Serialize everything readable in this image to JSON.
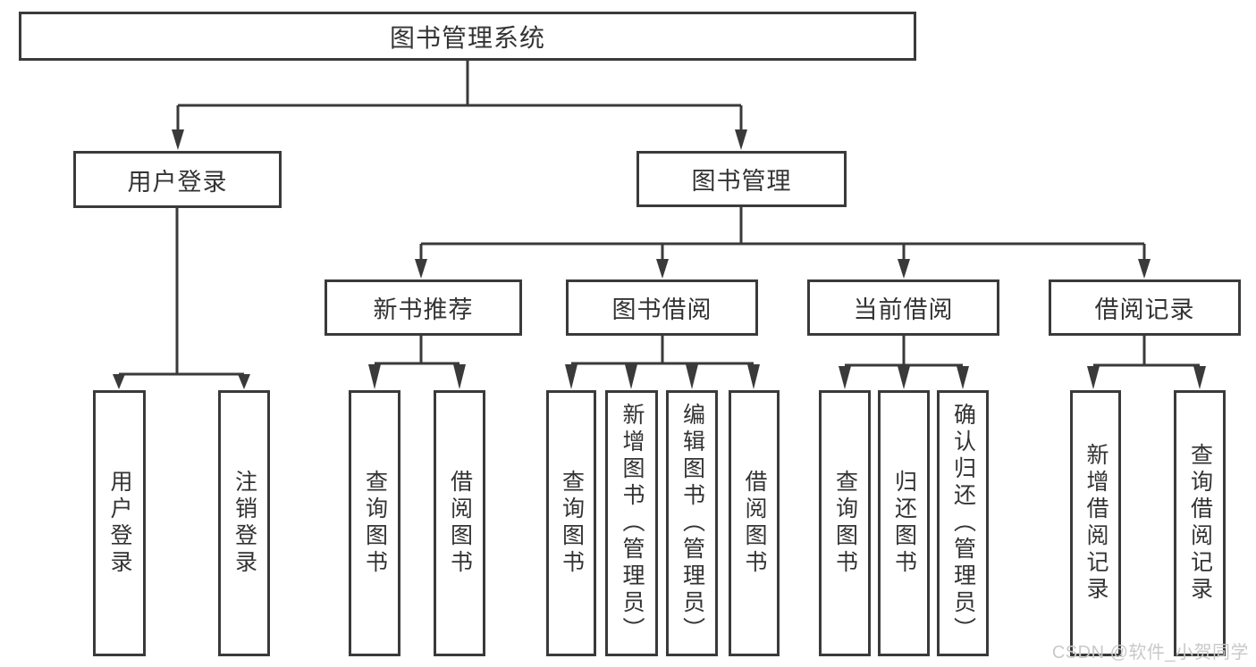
{
  "diagram": {
    "root": "图书管理系统",
    "level2": [
      "用户登录",
      "图书管理"
    ],
    "level3": [
      "新书推荐",
      "图书借阅",
      "当前借阅",
      "借阅记录"
    ],
    "leaves_user_login": [
      "用户登录",
      "注销登录"
    ],
    "leaves_new_books": [
      "查询图书",
      "借阅图书"
    ],
    "leaves_book_borrow": [
      "查询图书",
      "新增图书（管理员）",
      "编辑图书（管理员）",
      "借阅图书"
    ],
    "leaves_current_borrow": [
      "查询图书",
      "归还图书",
      "确认归还（管理员）"
    ],
    "leaves_borrow_records": [
      "新增借阅记录",
      "查询借阅记录"
    ]
  },
  "colors": {
    "line": "#3a3a3a",
    "text": "#333333",
    "watermark": "#c9c9c9"
  },
  "watermark": "CSDN @软件_小贺同学"
}
